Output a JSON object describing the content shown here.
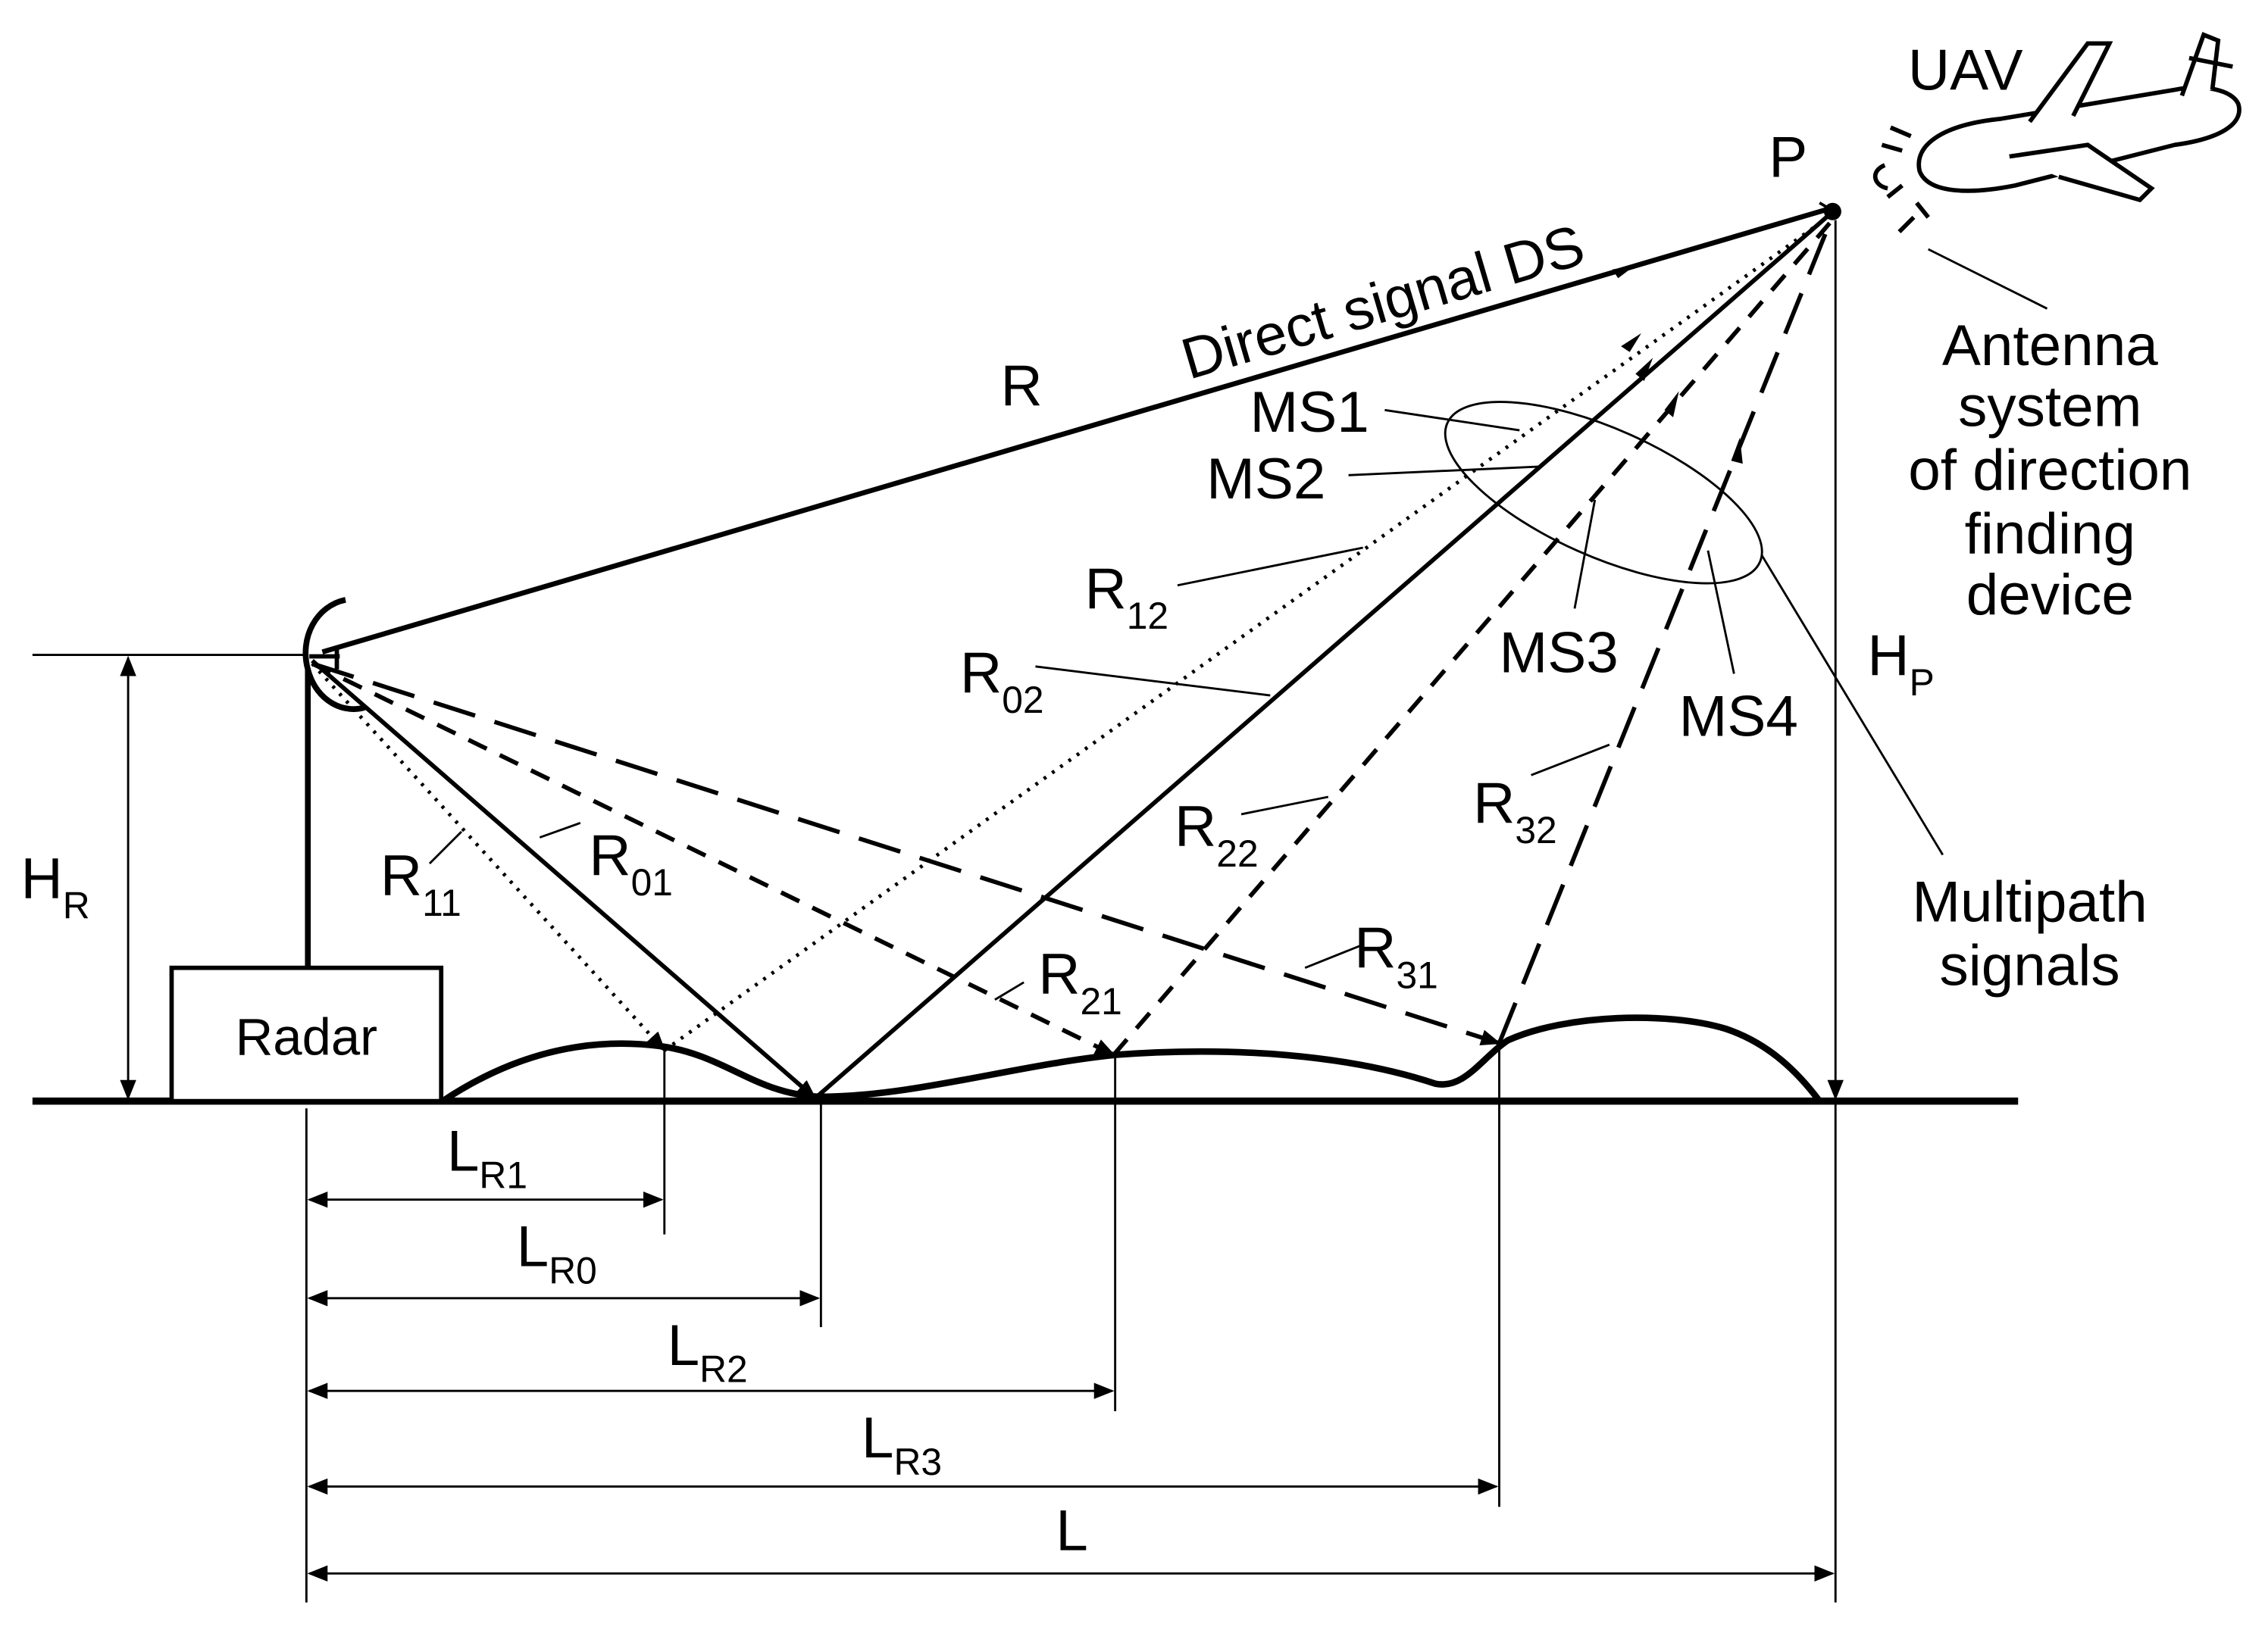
{
  "labels": {
    "uav": "UAV",
    "point_p": "P",
    "direct_signal": "Direct signal DS",
    "r_main": "R",
    "ms1": "MS1",
    "ms2": "MS2",
    "ms3": "MS3",
    "ms4": "MS4",
    "antenna_lines": [
      "Antenna",
      "system",
      "of direction",
      "finding",
      "device"
    ],
    "multipath_lines": [
      "Multipath",
      "signals"
    ],
    "radar": "Radar",
    "l_total": "L"
  },
  "subscripted": {
    "h_r": {
      "base": "H",
      "sub": "R"
    },
    "h_p": {
      "base": "H",
      "sub": "P"
    },
    "r11": {
      "base": "R",
      "sub": "11"
    },
    "r01": {
      "base": "R",
      "sub": "01"
    },
    "r12": {
      "base": "R",
      "sub": "12"
    },
    "r02": {
      "base": "R",
      "sub": "02"
    },
    "r21": {
      "base": "R",
      "sub": "21"
    },
    "r22": {
      "base": "R",
      "sub": "22"
    },
    "r31": {
      "base": "R",
      "sub": "31"
    },
    "r32": {
      "base": "R",
      "sub": "32"
    },
    "lr1": {
      "base": "L",
      "sub": "R1"
    },
    "lr0": {
      "base": "L",
      "sub": "R0"
    },
    "lr2": {
      "base": "L",
      "sub": "R2"
    },
    "lr3": {
      "base": "L",
      "sub": "R3"
    }
  }
}
